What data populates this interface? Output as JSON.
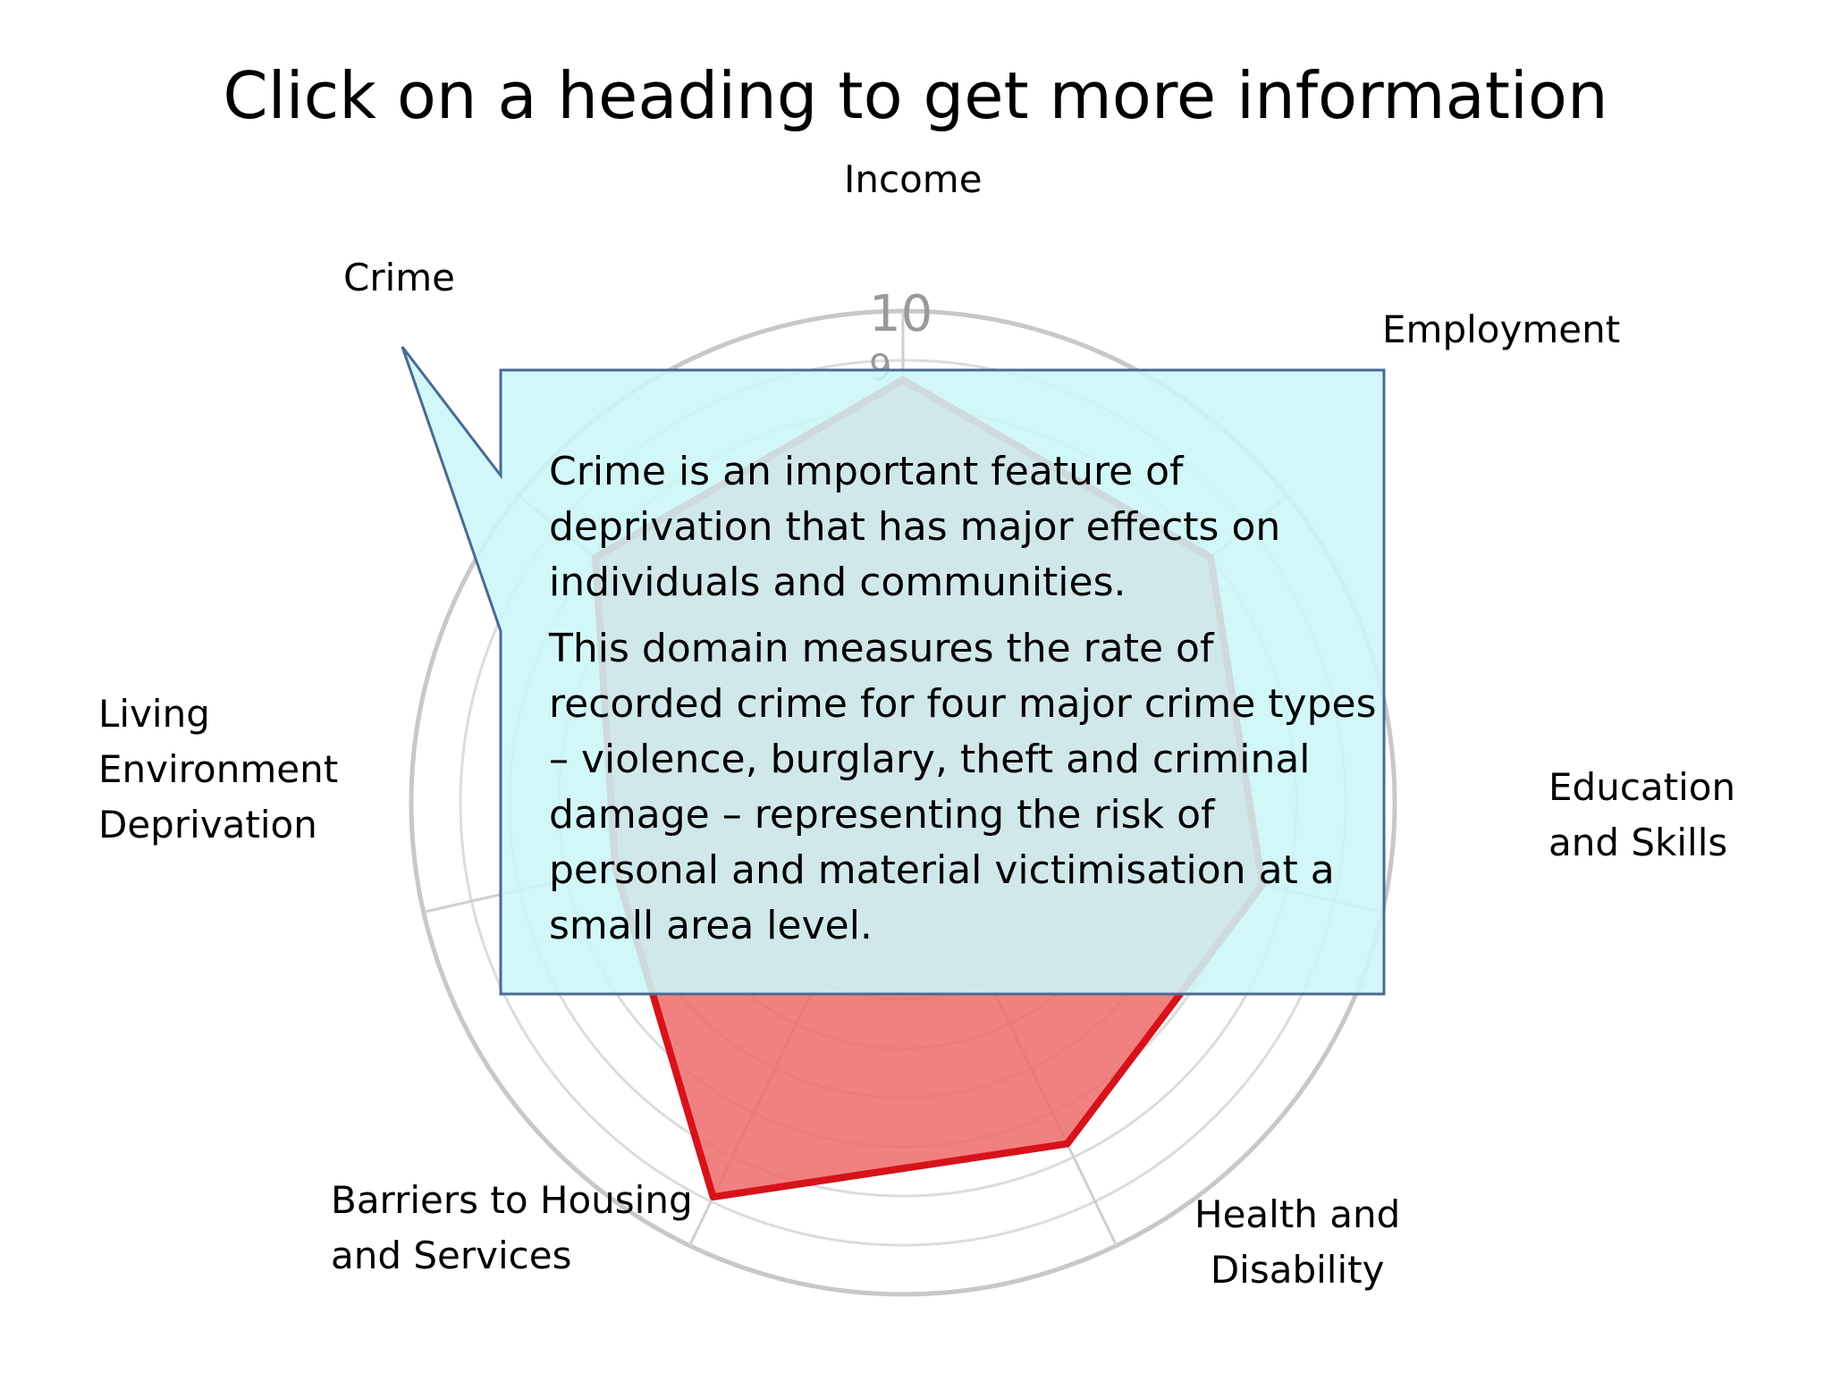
{
  "title": "Click on a heading to get more information",
  "headings": {
    "income": "Income",
    "employment": "Employment",
    "education": [
      "Education",
      "and Skills"
    ],
    "health": [
      "Health and",
      "Disability"
    ],
    "barriers": [
      "Barriers to Housing",
      "and Services"
    ],
    "living": [
      "Living",
      "Environment",
      "Deprivation"
    ],
    "crime": "Crime"
  },
  "chart_data": {
    "type": "radar",
    "categories": [
      "Income",
      "Employment",
      "Education and Skills",
      "Health and Disability",
      "Barriers to Housing and Services",
      "Living Environment Deprivation",
      "Crime"
    ],
    "values": [
      8.6,
      8.0,
      7.5,
      7.7,
      8.9,
      6.0,
      8.0
    ],
    "rlim": [
      0,
      10
    ],
    "tick_labels": [
      "10",
      "9"
    ],
    "fill_color": "#ef6b6b",
    "line_color": "#d8121a"
  },
  "callout": {
    "paragraph1": "Crime is an important feature of deprivation that has major effects on individuals and communities.",
    "paragraph2": "This domain measures the rate of recorded crime for four major crime types – violence, burglary, theft and criminal damage – representing the risk of personal and material victimisation at a small area level.",
    "fill_color": "#ccf6f8",
    "border_color": "#4a6a94"
  }
}
